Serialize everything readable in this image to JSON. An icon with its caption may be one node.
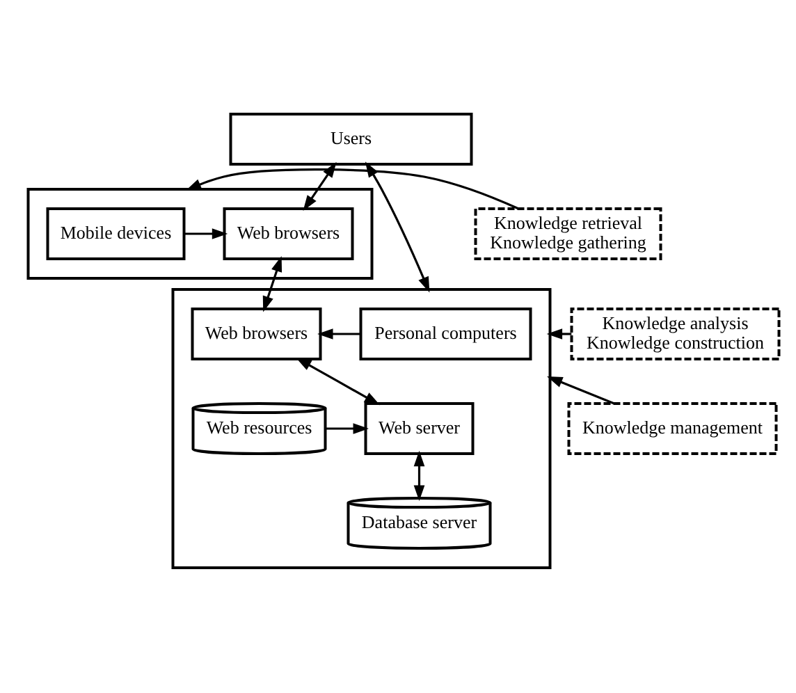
{
  "diagram": {
    "nodes": [
      {
        "text": [
          "Users"
        ]
      },
      {
        "text": [],
        "shape": "box"
      },
      {
        "text": [
          "Mobile devices"
        ],
        "in": 1
      },
      {
        "text": [
          "Web browsers"
        ],
        "in": 1
      },
      {
        "text": [],
        "shape": "box"
      },
      {
        "text": [
          "Personal computers"
        ],
        "in": 4
      },
      {
        "text": [
          "Web browsers"
        ],
        "in": 4
      },
      {
        "text": [
          "Web resources"
        ],
        "in": 4
      },
      {
        "text": [
          "Web server"
        ],
        "in": 4
      },
      {
        "text": [
          "Database server"
        ],
        "in": 4
      },
      {
        "text": [
          "Knowledge retrieval",
          "Knowledge gathering"
        ]
      },
      {
        "text": [
          "Knowledge analysis",
          "Knowledge construction"
        ]
      },
      {
        "text": [
          "Knowledge management"
        ]
      }
    ],
    "edges": [
      {
        "from": 0,
        "to": 3,
        "arrow": "both"
      },
      {
        "from": 0,
        "to": 4,
        "arrow": "both"
      },
      {
        "from": 2,
        "to": 3,
        "arrow": "to"
      },
      {
        "from": 3,
        "to": 6,
        "arrow": "both"
      },
      {
        "from": 10,
        "to": 1,
        "arrow": "to"
      },
      {
        "from": 5,
        "to": 6,
        "arrow": "to"
      },
      {
        "from": 6,
        "to": 8,
        "arrow": "both"
      },
      {
        "from": 11,
        "to": 4,
        "arrow": "to"
      },
      {
        "from": 7,
        "to": 8,
        "arrow": "to"
      },
      {
        "from": 12,
        "to": 4,
        "arrow": "to"
      },
      {
        "from": 8,
        "to": 9,
        "arrow": "both"
      }
    ]
  }
}
